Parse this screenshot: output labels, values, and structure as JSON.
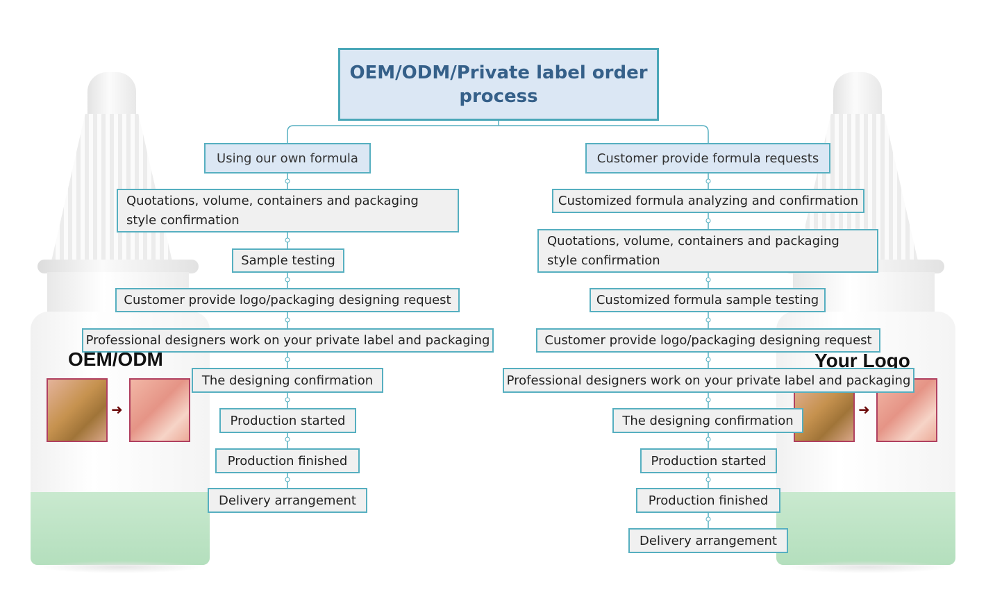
{
  "title": "OEM/ODM/Private label order process",
  "bottles": {
    "left_label": "OEM/ODM",
    "right_label": "Your Logo"
  },
  "left_branch": {
    "header": "Using our own formula",
    "steps": [
      "Quotations, volume, containers and packaging style confirmation",
      "Sample testing",
      "Customer provide logo/packaging designing request",
      "Professional designers work on your private label and packaging",
      "The designing confirmation",
      "Production started",
      "Production finished",
      "Delivery arrangement"
    ]
  },
  "right_branch": {
    "header": "Customer provide formula requests",
    "steps": [
      "Customized formula analyzing and confirmation",
      "Quotations, volume, containers and packaging style confirmation",
      "Customized formula sample testing",
      "Customer provide logo/packaging designing request",
      "Professional designers work on your private label and packaging",
      "The designing confirmation",
      "Production started",
      "Production finished",
      "Delivery arrangement"
    ]
  },
  "colors": {
    "box_border": "#56afc0",
    "title_fill": "#dbe7f4",
    "title_text": "#356089",
    "step_fill": "#f0f0f0"
  }
}
